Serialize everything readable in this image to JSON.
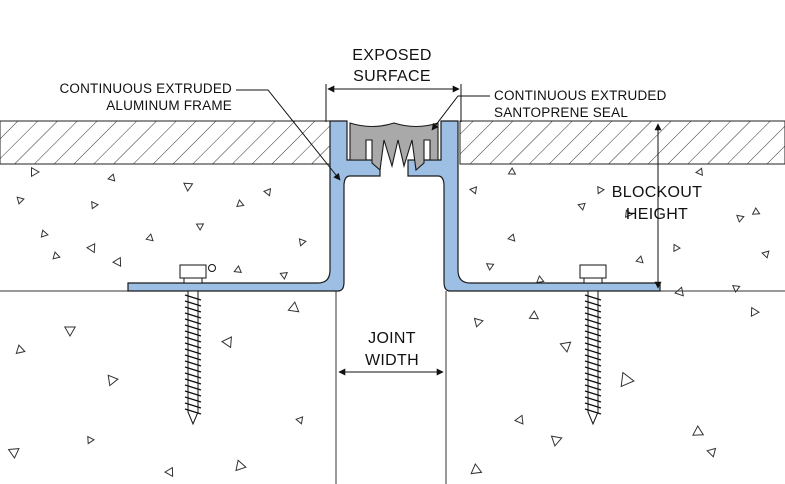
{
  "labels": {
    "frame_line1": "CONTINUOUS EXTRUDED",
    "frame_line2": "ALUMINUM FRAME",
    "seal_line1": "CONTINUOUS EXTRUDED",
    "seal_line2": "SANTOPRENE SEAL",
    "exposed_line1": "EXPOSED",
    "exposed_line2": "SURFACE",
    "blockout_line1": "BLOCKOUT",
    "blockout_line2": "HEIGHT",
    "joint_line1": "JOINT",
    "joint_line2": "WIDTH"
  },
  "colors": {
    "aluminum": "#9dbfe3",
    "seal": "#a9a9a9",
    "line": "#1a1a1a",
    "background": "#ffffff"
  }
}
